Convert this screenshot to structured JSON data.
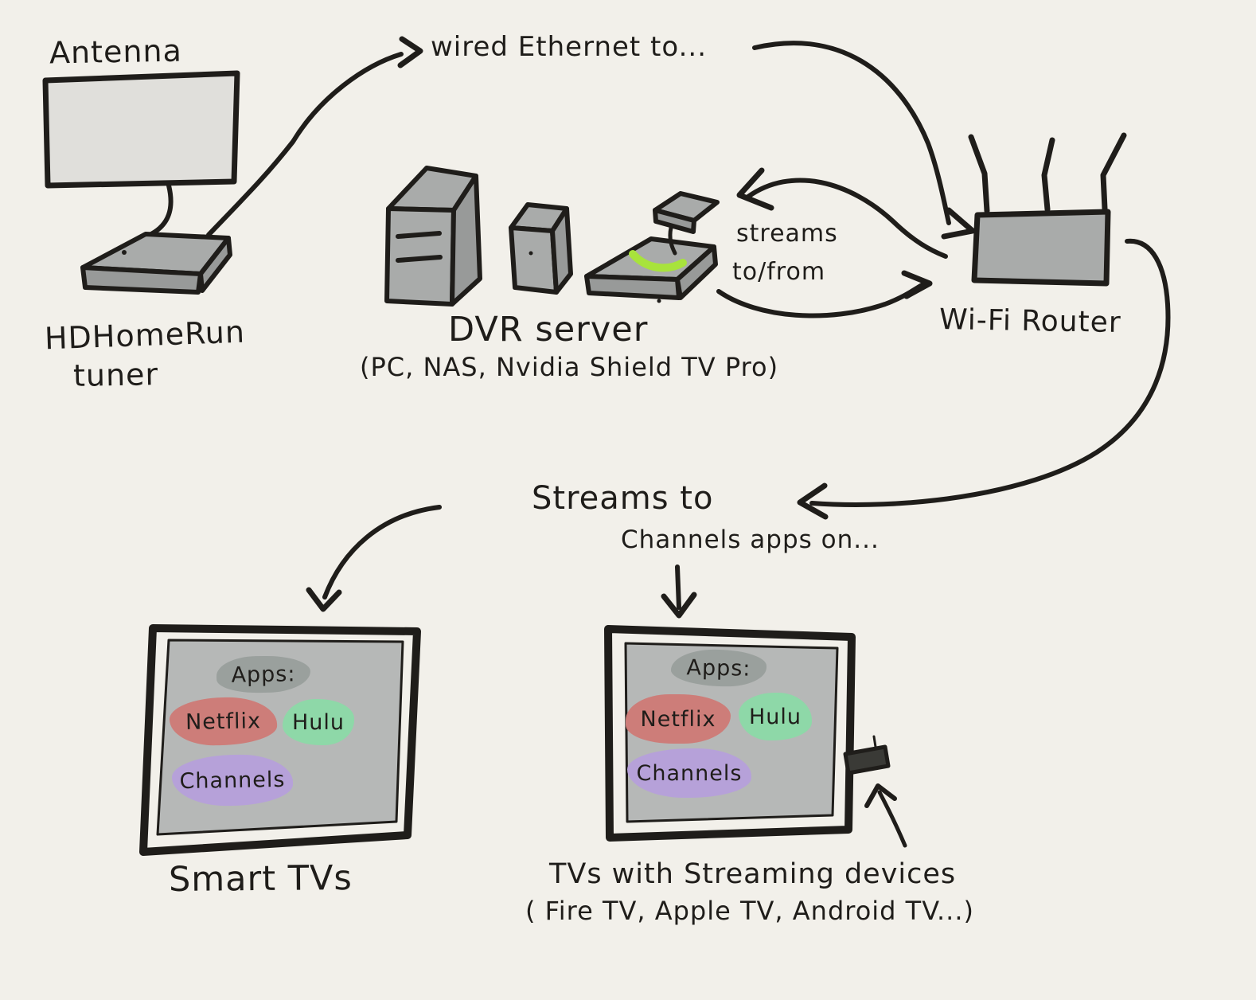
{
  "palette": {
    "background": "#f2f0ea",
    "ink": "#1f1d1a",
    "device_gray": "#a9abaa",
    "device_gray_dark": "#989a99",
    "antenna_gray": "#e0dfdb",
    "screen_gray": "#b6b8b7",
    "apps_gray": "#9aa09d",
    "netflix_red": "#cd7d79",
    "hulu_green": "#8ed8a8",
    "channels_purple": "#b6a1d9",
    "shield_green": "#a8e33c",
    "stick_gray": "#3a3a36"
  },
  "labels": {
    "antenna": "Antenna",
    "hdhomerun_line1": "HDHomeRun",
    "hdhomerun_line2": "tuner",
    "wired_ethernet": "wired Ethernet to...",
    "dvr_server": "DVR server",
    "dvr_server_sub": "(PC, NAS, Nvidia Shield TV Pro)",
    "streams_line1": "streams",
    "streams_line2": "to/from",
    "wifi_router": "Wi-Fi Router",
    "streams_to": "Streams to",
    "channels_apps_on": "Channels apps on...",
    "smart_tvs": "Smart TVs",
    "tvs_streaming": "TVs with Streaming devices",
    "tvs_streaming_sub": "( Fire TV, Apple TV, Android TV...)"
  },
  "tv_apps": {
    "header": "Apps:",
    "netflix": "Netflix",
    "hulu": "Hulu",
    "channels": "Channels"
  }
}
